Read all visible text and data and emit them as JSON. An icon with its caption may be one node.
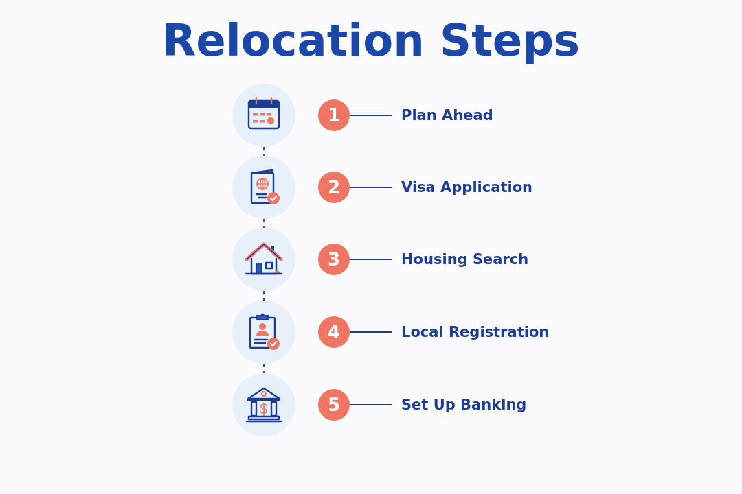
{
  "diagram": {
    "title": "Relocation Steps",
    "nodes": [
      {
        "text": [],
        "shape": "circle"
      },
      {
        "text": [
          "1"
        ]
      },
      {
        "text": [
          "Plan Ahead"
        ]
      },
      {
        "text": [],
        "shape": "circle"
      },
      {
        "text": [
          "2"
        ]
      },
      {
        "text": [
          "Visa Application"
        ]
      },
      {
        "text": [],
        "shape": "circle"
      },
      {
        "text": [
          "3"
        ]
      },
      {
        "text": [
          "Housing Search"
        ]
      },
      {
        "text": [],
        "shape": "circle"
      },
      {
        "text": [
          "4"
        ]
      },
      {
        "text": [
          "Local Registration"
        ]
      },
      {
        "text": [],
        "shape": "circle"
      },
      {
        "text": [
          "5"
        ]
      },
      {
        "text": [
          "Set Up Banking"
        ]
      }
    ],
    "edges": [
      {
        "from": 0,
        "to": 3,
        "arrow": "none",
        "style": "dashed"
      },
      {
        "from": 3,
        "to": 6,
        "arrow": "none",
        "style": "dashed"
      },
      {
        "from": 6,
        "to": 9,
        "arrow": "none",
        "style": "dashed"
      },
      {
        "from": 9,
        "to": 12,
        "arrow": "none",
        "style": "dashed"
      },
      {
        "from": 1,
        "to": 2,
        "arrow": "none"
      },
      {
        "from": 4,
        "to": 5,
        "arrow": "none"
      },
      {
        "from": 7,
        "to": 8,
        "arrow": "none"
      },
      {
        "from": 10,
        "to": 11,
        "arrow": "none"
      },
      {
        "from": 13,
        "to": 14,
        "arrow": "none"
      }
    ]
  }
}
